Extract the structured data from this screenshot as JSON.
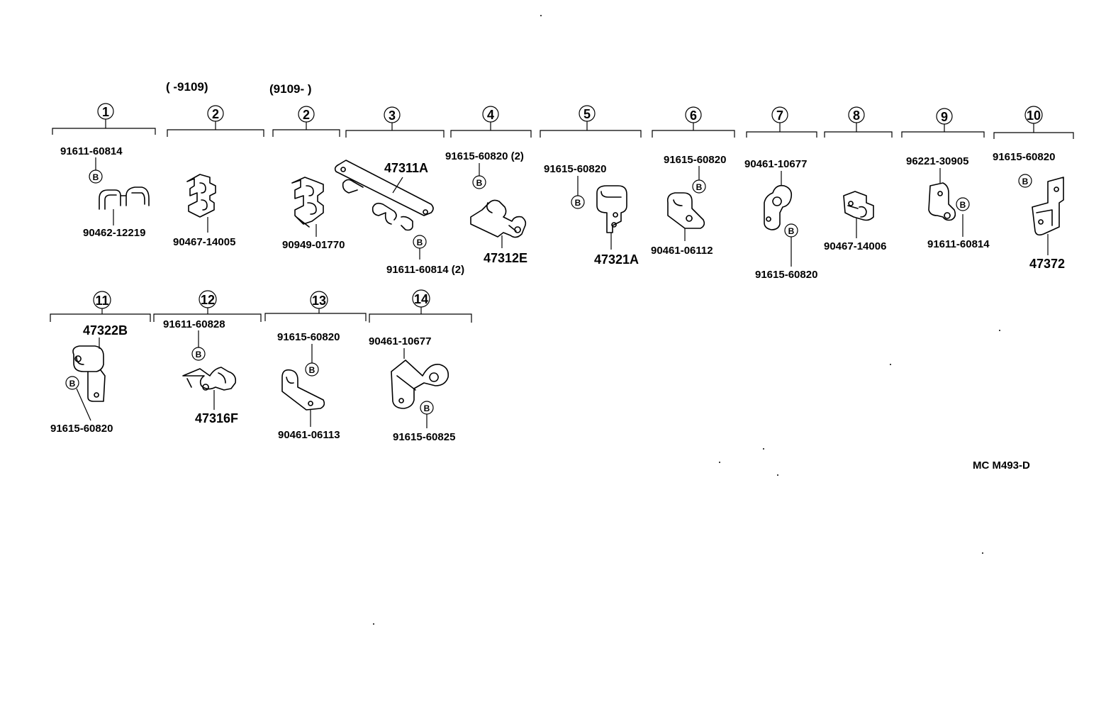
{
  "header": {
    "left": "(        -9109)",
    "right": "(9109-        )"
  },
  "groups": [
    {
      "num": "1",
      "parts": [
        "91611-60814",
        "90462-12219"
      ]
    },
    {
      "num": "2",
      "parts": [
        "90467-14005"
      ]
    },
    {
      "num": "2",
      "parts": [
        "90949-01770"
      ]
    },
    {
      "num": "3",
      "parts": [
        "47311A",
        "91611-60814 (2)"
      ]
    },
    {
      "num": "4",
      "parts": [
        "91615-60820 (2)",
        "47312E"
      ]
    },
    {
      "num": "5",
      "parts": [
        "91615-60820",
        "47321A"
      ]
    },
    {
      "num": "6",
      "parts": [
        "91615-60820",
        "90461-06112"
      ]
    },
    {
      "num": "7",
      "parts": [
        "90461-10677",
        "91615-60820"
      ]
    },
    {
      "num": "8",
      "parts": [
        "90467-14006"
      ]
    },
    {
      "num": "9",
      "parts": [
        "96221-30905",
        "91611-60814"
      ]
    },
    {
      "num": "10",
      "parts": [
        "91615-60820",
        "47372"
      ]
    },
    {
      "num": "11",
      "parts": [
        "47322B",
        "91615-60820"
      ]
    },
    {
      "num": "12",
      "parts": [
        "91611-60828",
        "47316F"
      ]
    },
    {
      "num": "13",
      "parts": [
        "91615-60820",
        "90461-06113"
      ]
    },
    {
      "num": "14",
      "parts": [
        "90461-10677",
        "91615-60825"
      ]
    }
  ],
  "bolt_label": "B",
  "footer": {
    "code": "MC  M493-D"
  }
}
